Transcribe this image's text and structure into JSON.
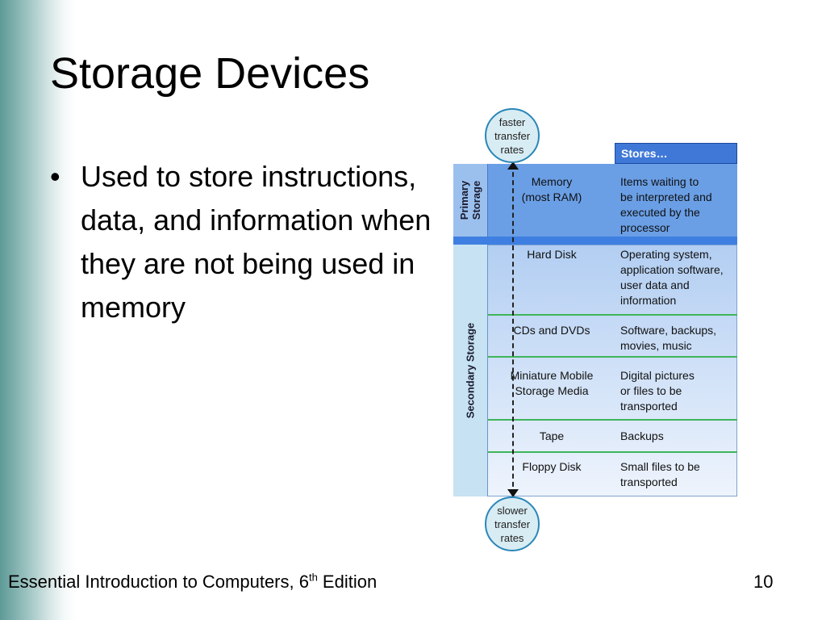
{
  "slide": {
    "title": "Storage Devices",
    "bullet": "Used to store instructions, data, and information when they are not being used in memory",
    "bullet_marker": "•",
    "footer_text": "Essential Introduction to Computers, 6",
    "footer_sup": "th",
    "footer_text_end": " Edition",
    "page_number": "10"
  },
  "diagram": {
    "top_circle": [
      "faster",
      "transfer",
      "rates"
    ],
    "bottom_circle": [
      "slower",
      "transfer",
      "rates"
    ],
    "stores_header": "Stores…",
    "primary_label": [
      "Primary",
      "Storage"
    ],
    "secondary_label": "Secondary Storage",
    "rows": [
      {
        "device": [
          "Memory",
          "(most RAM)"
        ],
        "stores": [
          "Items waiting to",
          "be interpreted and",
          "executed by the",
          "processor"
        ]
      },
      {
        "device": [
          "Hard Disk"
        ],
        "stores": [
          "Operating system,",
          "application software,",
          "user data and",
          "information"
        ]
      },
      {
        "device": [
          "CDs and DVDs"
        ],
        "stores": [
          "Software, backups,",
          "movies, music"
        ]
      },
      {
        "device": [
          "Miniature Mobile",
          "Storage Media"
        ],
        "stores": [
          "Digital pictures",
          "or files to be",
          "transported"
        ]
      },
      {
        "device": [
          "Tape"
        ],
        "stores": [
          "Backups"
        ]
      },
      {
        "device": [
          "Floppy Disk"
        ],
        "stores": [
          "Small files to be",
          "transported"
        ]
      }
    ],
    "colors": {
      "primary": "#6a9fe6",
      "header": "#3f78d6",
      "divider": "#3fb55a",
      "circle_border": "#2a86b8"
    }
  }
}
